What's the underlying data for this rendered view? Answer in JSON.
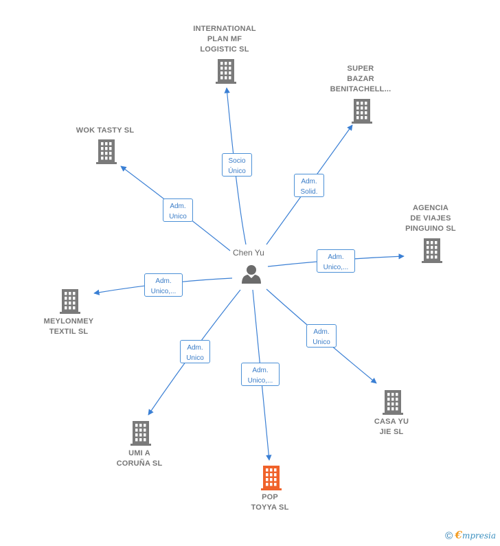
{
  "center": {
    "name": "Chen Yu",
    "icon": "person-icon"
  },
  "companies": [
    {
      "id": "international",
      "name": "INTERNATIONAL\nPLAN MF\nLOGISTIC  SL",
      "relation": "Socio\nÚnico",
      "highlight": false
    },
    {
      "id": "super-bazar",
      "name": "SUPER\nBAZAR\nBENITACHELL...",
      "relation": "Adm.\nSolid.",
      "highlight": false
    },
    {
      "id": "wok-tasty",
      "name": "WOK TASTY SL",
      "relation": "Adm.\nUnico",
      "highlight": false
    },
    {
      "id": "agencia",
      "name": "AGENCIA\nDE VIAJES\nPINGUINO  SL",
      "relation": "Adm.\nUnico,...",
      "highlight": false
    },
    {
      "id": "meylonmey",
      "name": "MEYLONMEY\nTEXTIL  SL",
      "relation": "Adm.\nUnico,...",
      "highlight": false
    },
    {
      "id": "casa-yu",
      "name": "CASA YU\nJIE  SL",
      "relation": "Adm.\nUnico",
      "highlight": false
    },
    {
      "id": "umi",
      "name": "UMI A\nCORUÑA  SL",
      "relation": "Adm.\nUnico",
      "highlight": false
    },
    {
      "id": "pop-toyya",
      "name": "POP\nTOYYA  SL",
      "relation": "Adm.\nUnico,...",
      "highlight": true
    }
  ],
  "colors": {
    "edge": "#3a7fd4",
    "building": "#7a7a7a",
    "building_highlight": "#f0622a",
    "person": "#6b6b6b"
  },
  "footer": {
    "copyright_symbol": "©",
    "brand_initial": "€",
    "brand_rest": "mpresia"
  }
}
